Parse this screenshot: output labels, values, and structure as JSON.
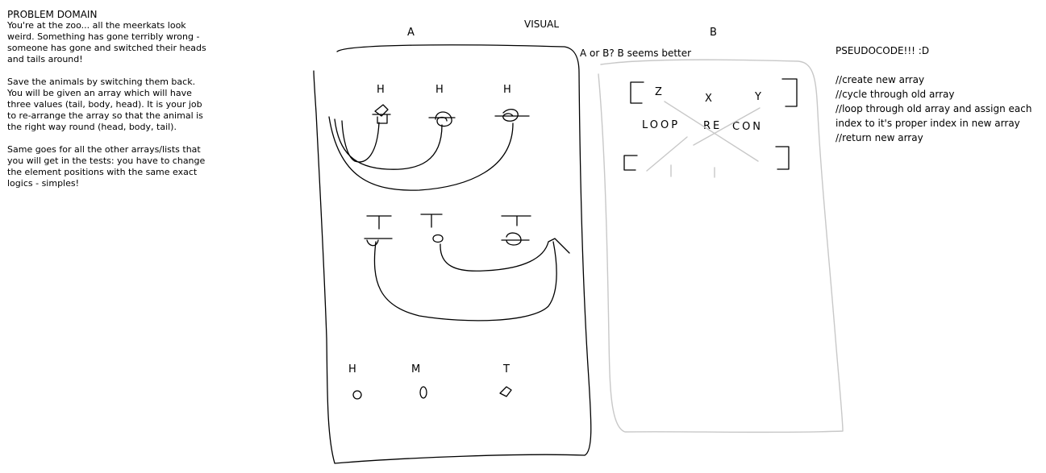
{
  "problem": {
    "title": "PROBLEM DOMAIN",
    "paragraphs": [
      "You're at the zoo... all the meerkats look weird. Something has gone terribly wrong - someone has gone and switched their heads and tails around!",
      "Save the animals by switching them back. You will be given an array which will have three values (tail, body, head). It is your job to re-arrange the array so that the animal is the right way round (head, body, tail).",
      "Same goes for all the other arrays/lists that you will get in the tests: you have to change the element positions with the same exact logics - simples!"
    ]
  },
  "visual": {
    "title": "VISUAL",
    "label_a": "A",
    "label_b": "B",
    "comparison": "A or B? B seems better",
    "sketch_a": {
      "row1": [
        "H",
        "H",
        "H"
      ],
      "row2": [
        "T",
        "T",
        "T"
      ],
      "row3": [
        "H",
        "M",
        "T"
      ]
    },
    "sketch_b": {
      "array_letters": [
        "Z",
        "X",
        "Y"
      ],
      "loop_words": [
        "LOOP",
        "RE",
        "CON"
      ]
    }
  },
  "pseudocode": {
    "title": "PSEUDOCODE!!! :D",
    "steps": [
      "//create new array",
      "//cycle through old array",
      "//loop through old array and assign each index to it's proper index in new array",
      "//return new array"
    ]
  }
}
